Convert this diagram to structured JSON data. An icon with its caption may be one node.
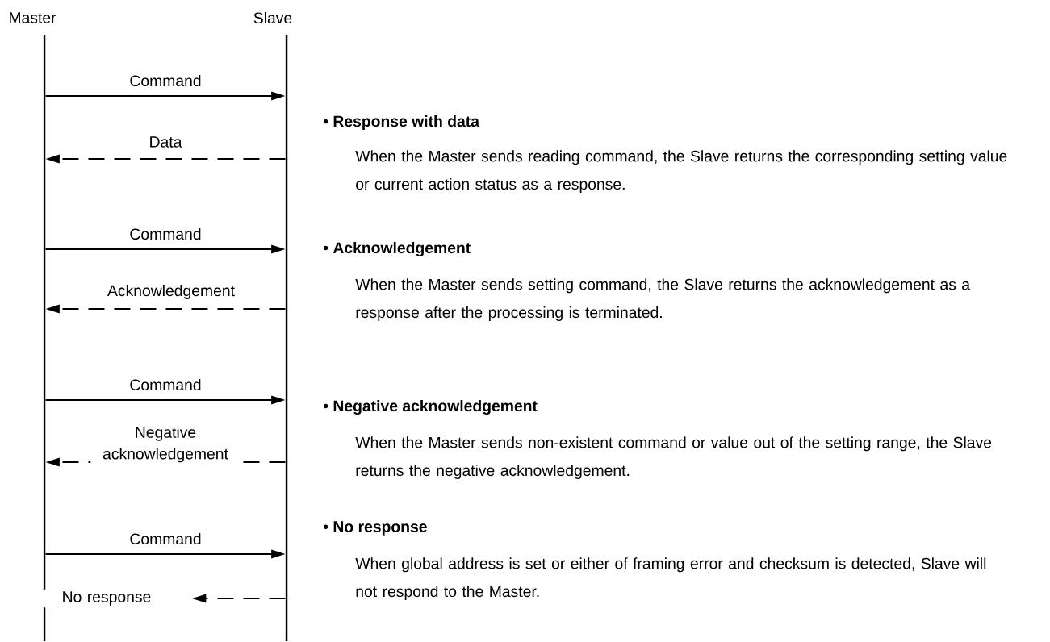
{
  "diagram": {
    "nodes": [
      {
        "text": [
          "Master"
        ]
      },
      {
        "text": [
          "Slave"
        ]
      }
    ],
    "edges": [
      {
        "from": 0,
        "to": 1,
        "arrow": "to",
        "label": "Command"
      },
      {
        "from": 1,
        "to": 0,
        "arrow": "to",
        "label": "Data",
        "style": "dashed"
      },
      {
        "from": 0,
        "to": 1,
        "arrow": "to",
        "label": "Command"
      },
      {
        "from": 1,
        "to": 0,
        "arrow": "to",
        "label": "Acknowledgement",
        "style": "dashed"
      },
      {
        "from": 0,
        "to": 1,
        "arrow": "to",
        "label": "Command"
      },
      {
        "from": 1,
        "to": 0,
        "arrow": "to",
        "label": "Negative acknowledgement",
        "style": "dashed"
      },
      {
        "from": 0,
        "to": 1,
        "arrow": "to",
        "label": "Command"
      },
      {
        "from": 1,
        "to": null,
        "arrow": "to",
        "label": "No response",
        "style": "dashed"
      }
    ],
    "labels": [
      "• Response with data",
      "When the Master sends reading command, the Slave returns the corresponding setting value or current action status as a response.",
      "• Acknowledgement",
      "When the Master sends setting command, the Slave returns the acknowledgement as a response after the processing is terminated.",
      "• Negative acknowledgement",
      "When the Master sends non-existent command or value out of the setting range, the Slave returns the negative acknowledgement.",
      "• No response",
      "When global address is set or either of framing error and checksum is detected, Slave will not respond to the Master."
    ]
  }
}
